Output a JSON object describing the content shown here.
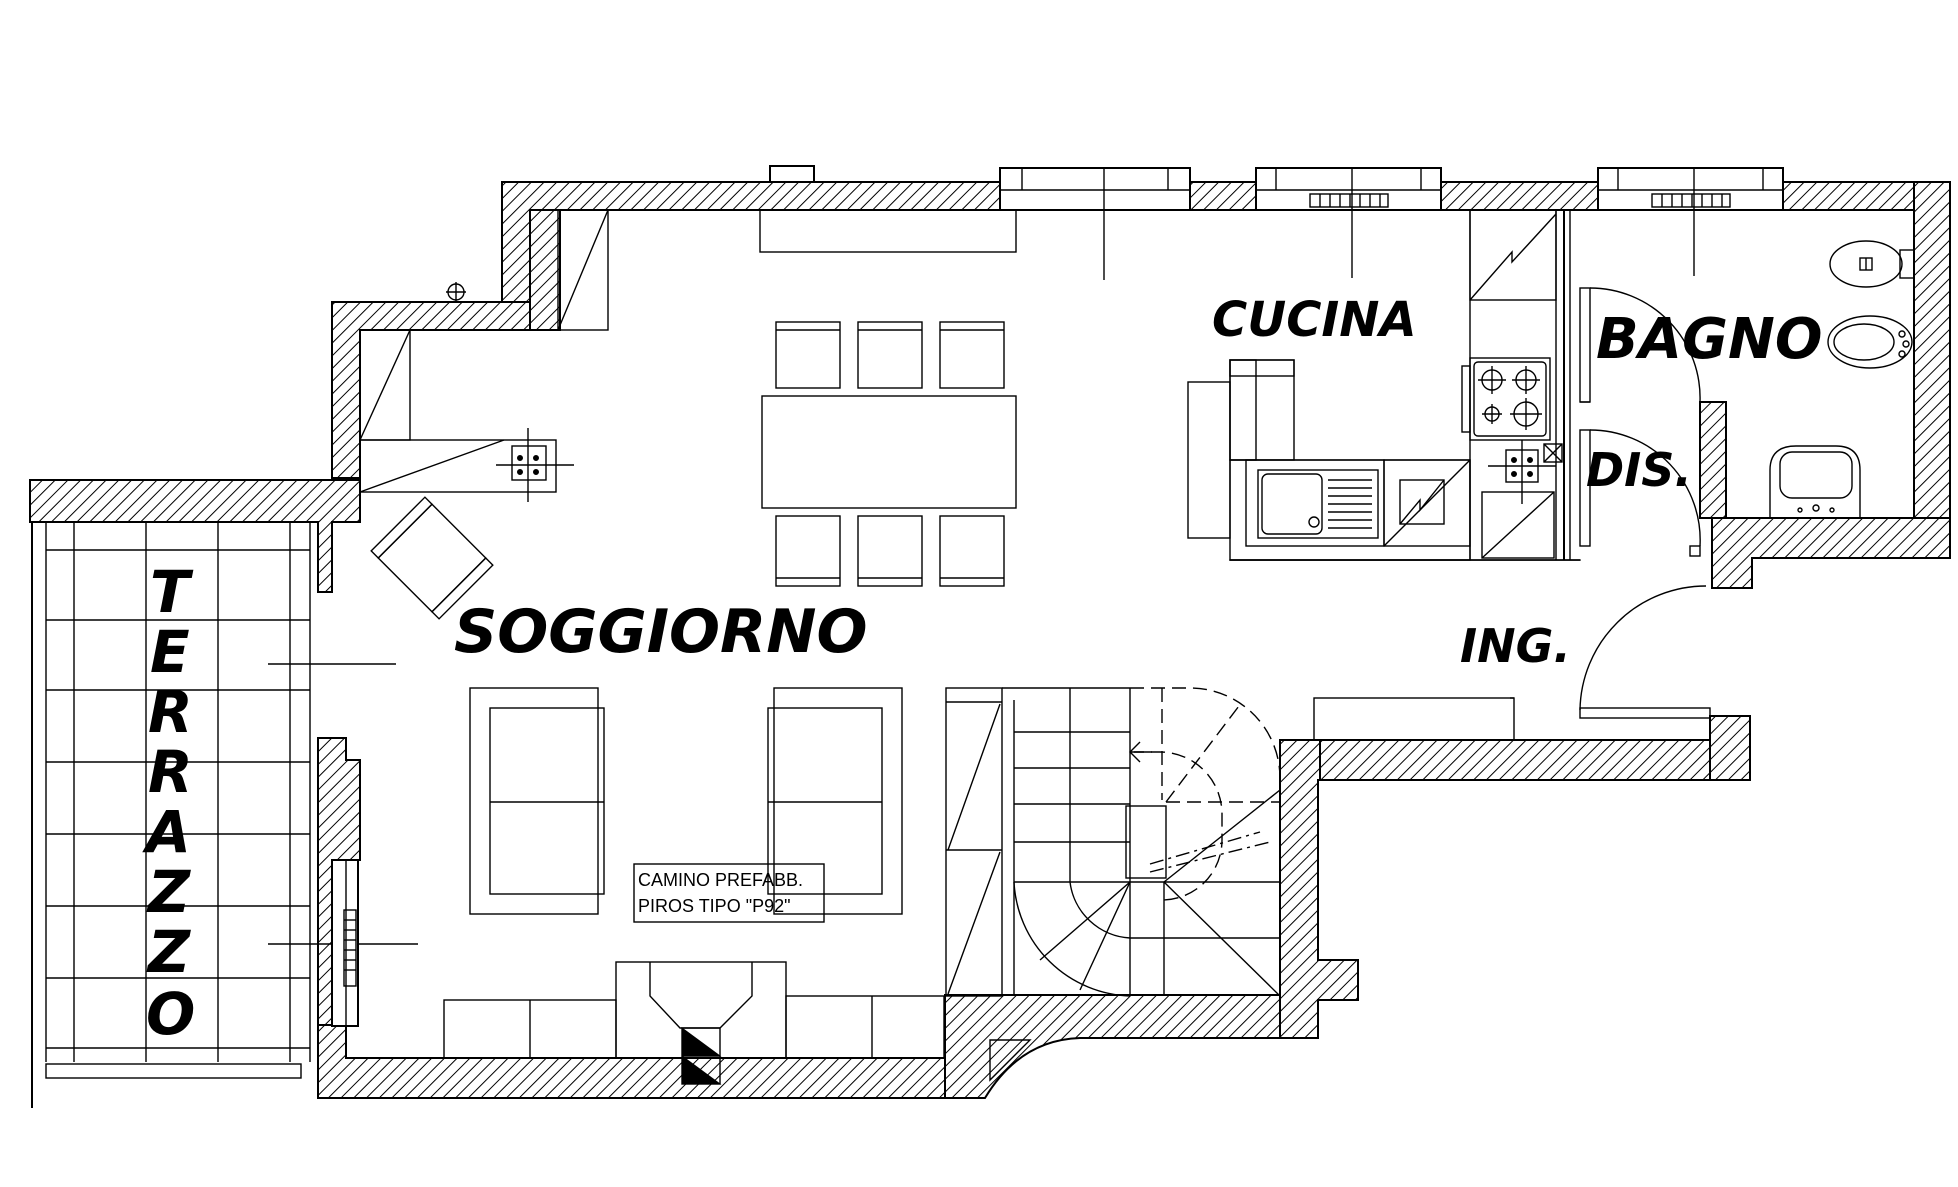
{
  "rooms": {
    "soggiorno": "SOGGIORNO",
    "cucina": "CUCINA",
    "bagno": "BAGNO",
    "disimpegno": "DIS.",
    "ingresso": "ING.",
    "terrazzo": [
      "T",
      "E",
      "R",
      "R",
      "A",
      "Z",
      "Z",
      "O"
    ]
  },
  "notes": {
    "camino_line1": "CAMINO PREFABB.",
    "camino_line2": "PIROS TIPO \"P92\""
  },
  "colors": {
    "ink": "#000000",
    "paper": "#ffffff"
  }
}
